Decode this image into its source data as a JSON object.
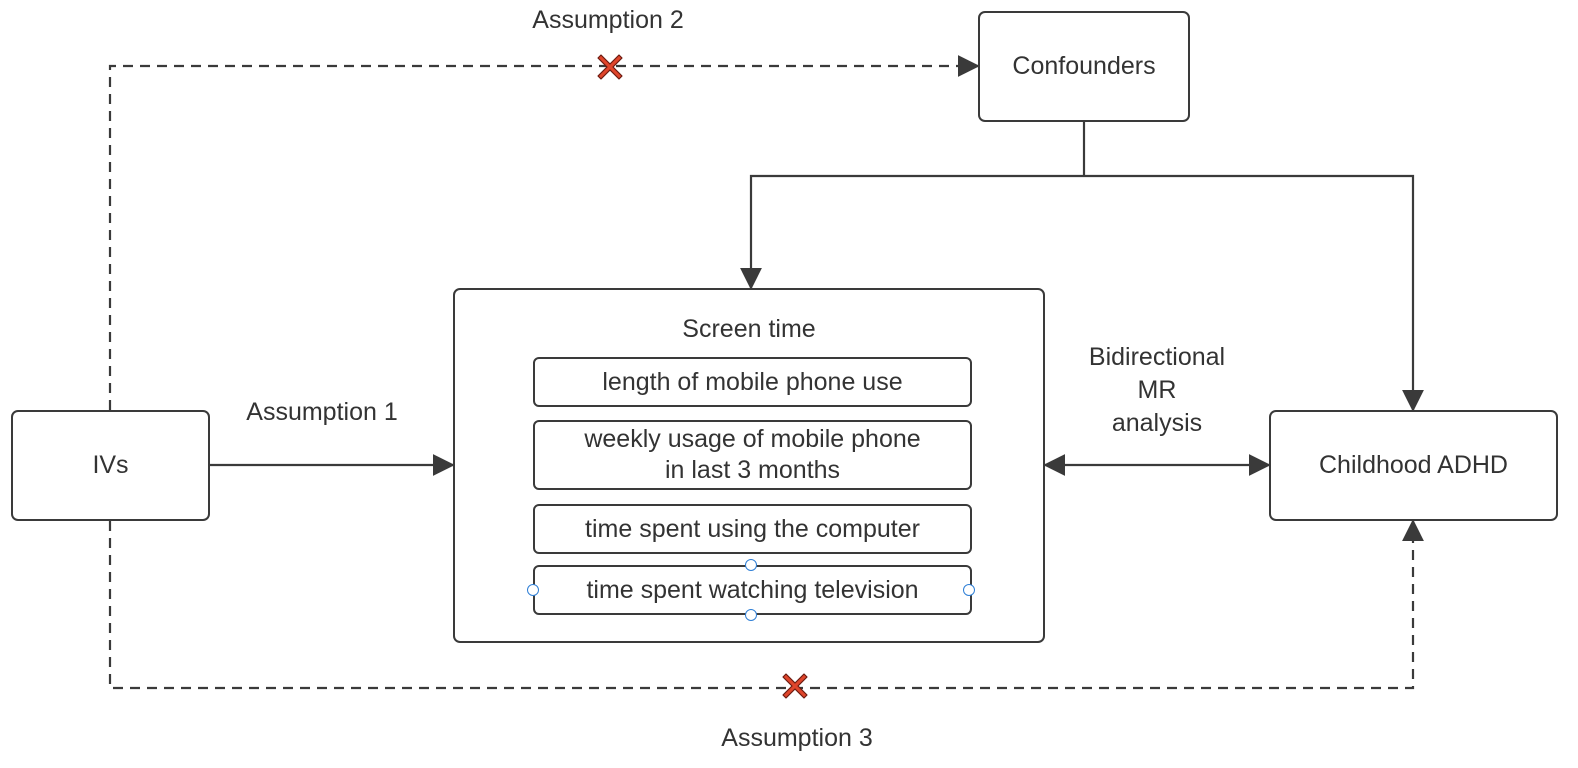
{
  "nodes": {
    "ivs": "IVs",
    "confounders": "Confounders",
    "childhood_adhd": "Childhood ADHD",
    "screen_time": {
      "title": "Screen time",
      "items": [
        {
          "line1": "length of mobile phone use",
          "line2": ""
        },
        {
          "line1": "weekly usage of mobile phone",
          "line2": "in last 3 months"
        },
        {
          "line1": "time spent using the computer",
          "line2": ""
        },
        {
          "line1": "time spent watching television",
          "line2": ""
        }
      ]
    }
  },
  "labels": {
    "assumption_1": "Assumption 1",
    "assumption_2": "Assumption 2",
    "assumption_3": "Assumption 3",
    "bidirectional": {
      "line1": "Bidirectional",
      "line2": "MR",
      "line3": "analysis"
    }
  },
  "colors": {
    "line": "#3a3a3a",
    "cross_fill": "#e0452b",
    "cross_stroke": "#6b1a10",
    "selection_handle": "#2f7fd6"
  },
  "icons": {
    "violation_marker": "cross-icon"
  }
}
